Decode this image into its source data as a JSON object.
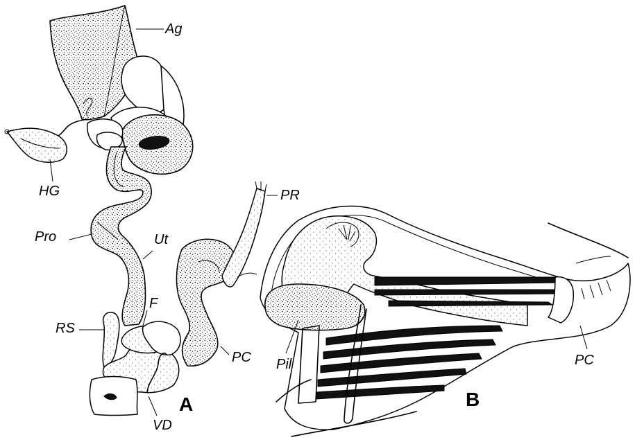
{
  "figure": {
    "labels": {
      "ag": "Ag",
      "hg": "HG",
      "pro": "Pro",
      "ut": "Ut",
      "f": "F",
      "rs": "RS",
      "vd": "VD",
      "pr": "PR",
      "pc_a": "PC",
      "pil": "Pil",
      "pc_b": "PC"
    },
    "panels": {
      "a": "A",
      "b": "B"
    }
  }
}
